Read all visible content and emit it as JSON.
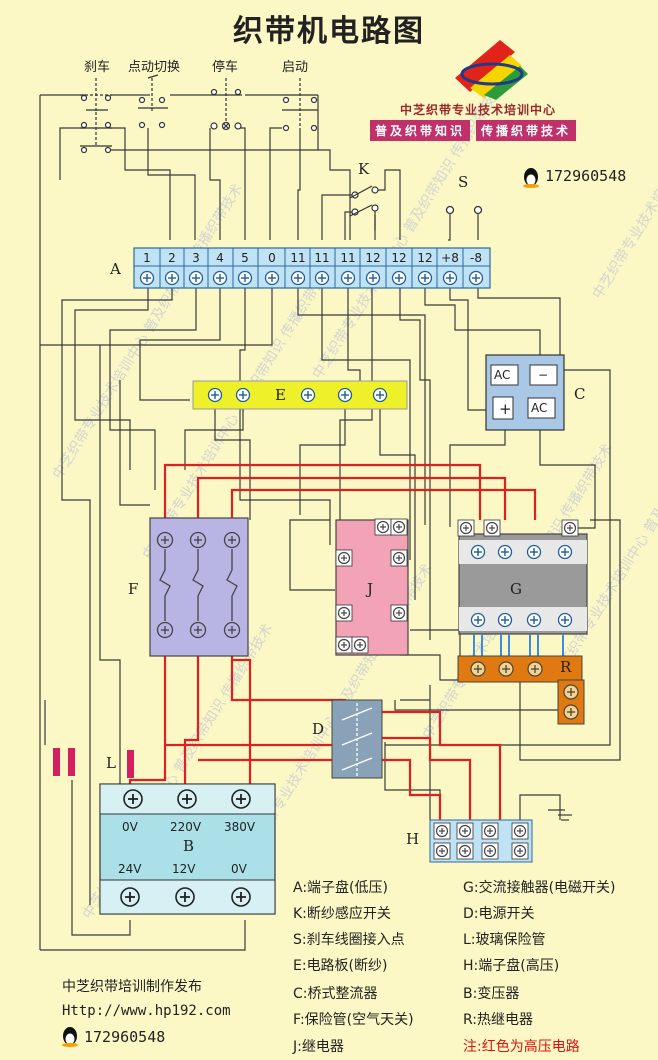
{
  "title": "织带机电路图",
  "switches": {
    "brake": "刹车",
    "jog": "点动切换",
    "stop": "停车",
    "start": "启动"
  },
  "branding": {
    "org": "中芝织带专业技术培训中心",
    "slogan_left": "普及织带知识",
    "slogan_right": "传播织带技术",
    "qq": "172960548",
    "watermark": "中芝织带专业技术培训中心 普及织带知识 传播织带技术"
  },
  "labels": {
    "K": "K",
    "S": "S",
    "A": "A",
    "C": "C",
    "E": "E",
    "F": "F",
    "J": "J",
    "G": "G",
    "R": "R",
    "D": "D",
    "L": "L",
    "B": "B",
    "H": "H"
  },
  "terminal_block": [
    "1",
    "2",
    "3",
    "4",
    "5",
    "0",
    "11",
    "11",
    "11",
    "12",
    "12",
    "12",
    "+8",
    "-8"
  ],
  "rectifier": {
    "tl": "AC",
    "tr": "−",
    "bl": "+",
    "br": "AC"
  },
  "transformer": {
    "top_labels": [
      "0V",
      "220V",
      "380V"
    ],
    "bottom_labels": [
      "24V",
      "12V",
      "0V"
    ]
  },
  "legend_left": [
    "A:端子盘(低压)",
    "K:断纱感应开关",
    "S:刹车线圈接入点",
    "E:电路板(断纱)",
    "C:桥式整流器",
    "F:保险管(空气天关)",
    "J:继电器"
  ],
  "legend_right": [
    "G:交流接触器(电磁开关)",
    "D:电源开关",
    "L:玻璃保险管",
    "H:端子盘(高压)",
    "B:变压器",
    "R:热继电器"
  ],
  "note": "注:红色为高压电路",
  "footer": {
    "publisher": "中芝织带培训制作发布",
    "url": "Http://www.hp192.com",
    "qq": "172960548"
  },
  "colors": {
    "background": "#fbf8c6",
    "high_voltage": "#e02020",
    "wire": "#444444",
    "terminal_block": "#bfe3f5",
    "board_e": "#eef02a",
    "fuse": "#b8b4e4",
    "relay": "#f2a3b8",
    "contactor": "#9a9a9a",
    "thermal_relay": "#e07a10",
    "rectifier": "#a9c8e6",
    "transformer": "#abe0e8",
    "switch_d": "#8aa2b8",
    "fuse_l": "#d42060"
  }
}
